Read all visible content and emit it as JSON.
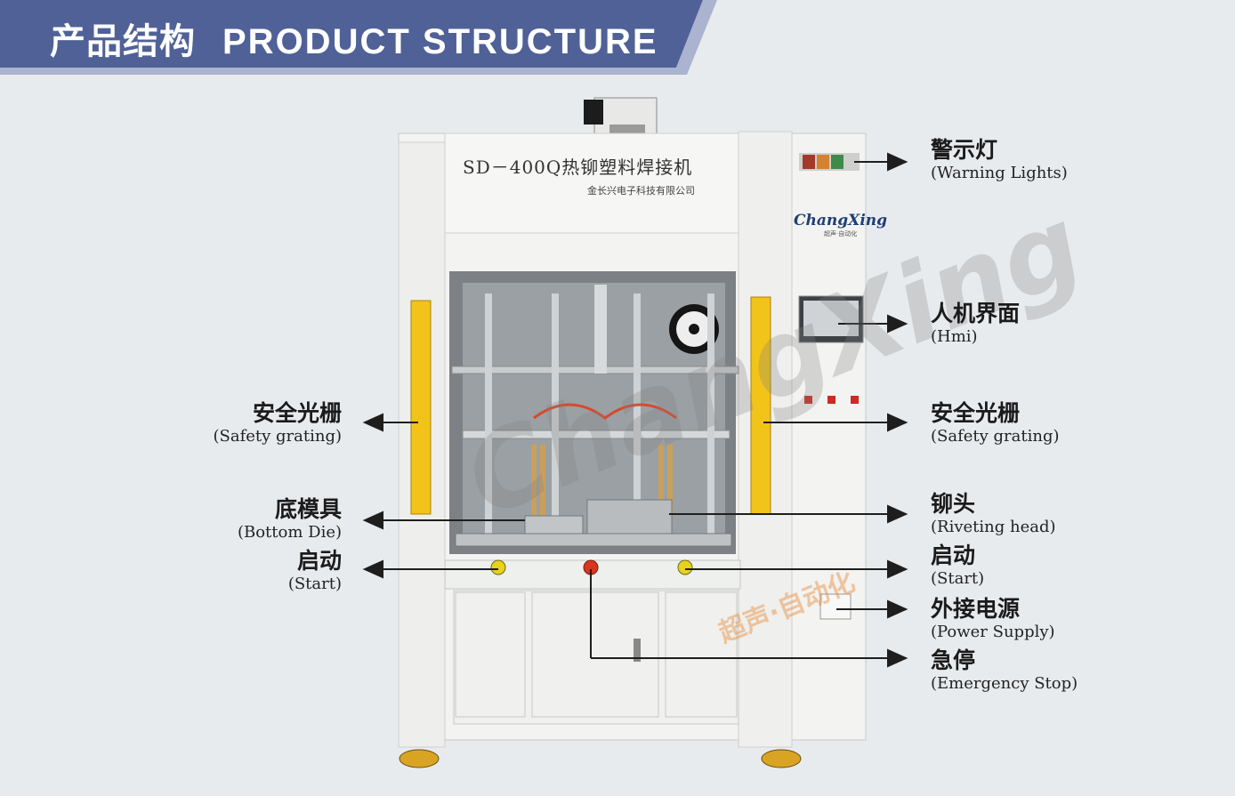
{
  "header": {
    "title_cn": "产品结构",
    "title_en": "PRODUCT STRUCTURE"
  },
  "machine": {
    "model_plate": "SD－400Q热铆塑料焊接机",
    "company": "金长兴电子科技有限公司",
    "brand": "ChangXing",
    "brand_tagline": "超声·自动化",
    "watermark": "ChangXing",
    "watermark_tagline": "超声·自动化"
  },
  "callouts_right": {
    "warning_lights": {
      "cn": "警示灯",
      "en": "(Warning Lights)"
    },
    "hmi": {
      "cn": "人机界面",
      "en": "(Hmi)"
    },
    "safety_grating": {
      "cn": "安全光栅",
      "en": "(Safety grating)"
    },
    "riveting_head": {
      "cn": "铆头",
      "en": "(Riveting head)"
    },
    "start": {
      "cn": "启动",
      "en": "(Start)"
    },
    "power_supply": {
      "cn": "外接电源",
      "en": "(Power Supply)"
    },
    "emergency_stop": {
      "cn": "急停",
      "en": "(Emergency Stop)"
    }
  },
  "callouts_left": {
    "safety_grating": {
      "cn": "安全光栅",
      "en": "(Safety grating)"
    },
    "bottom_die": {
      "cn": "底模具",
      "en": "(Bottom Die)"
    },
    "start": {
      "cn": "启动",
      "en": "(Start)"
    }
  },
  "colors": {
    "banner": "#4f6196",
    "banner_accent": "#aab3cf",
    "grating": "#f2c318",
    "machine": "#f3f3f1"
  }
}
